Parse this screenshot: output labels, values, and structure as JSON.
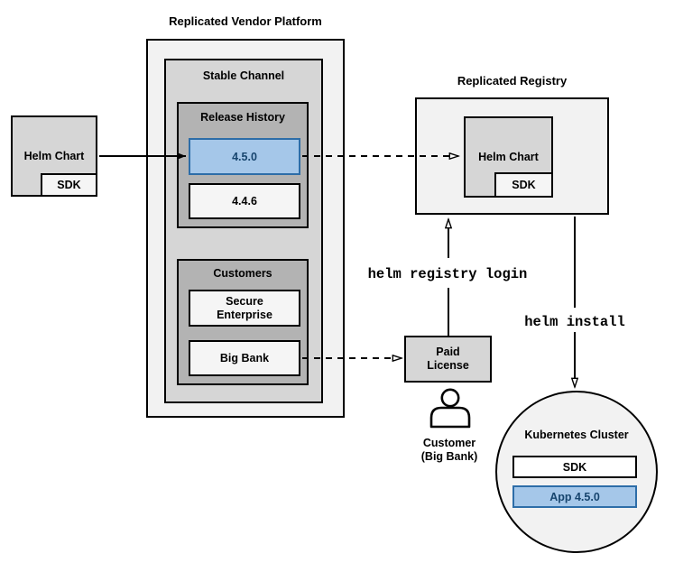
{
  "colors": {
    "container_fill": "#F2F2F2",
    "channel_fill": "#D6D6D6",
    "group_fill": "#B3B3B3",
    "leaf_fill": "#F5F5F5",
    "white_fill": "#FFFFFF",
    "stroke": "#000000",
    "highlight_fill": "#A5C7E9",
    "highlight_stroke": "#2D6DA8",
    "highlight_text": "#17456E"
  },
  "vendor_platform": {
    "title": "Replicated Vendor Platform",
    "stable_channel_label": "Stable Channel",
    "release_history_label": "Release History",
    "releases": [
      {
        "version": "4.5.0",
        "highlighted": true
      },
      {
        "version": "4.4.6",
        "highlighted": false
      }
    ],
    "customers_label": "Customers",
    "customers": [
      {
        "lines": [
          "Secure",
          "Enterprise"
        ]
      },
      {
        "lines": [
          "Big Bank"
        ]
      }
    ]
  },
  "source_helm_chart": {
    "label": "Helm Chart",
    "sdk_label": "SDK"
  },
  "registry": {
    "title": "Replicated Registry",
    "helm_chart_label": "Helm Chart",
    "sdk_label": "SDK"
  },
  "paid_license": {
    "lines": [
      "Paid",
      "License"
    ]
  },
  "customer_caption": {
    "lines": [
      "Customer",
      "(Big Bank)"
    ]
  },
  "commands": {
    "registry_login": "helm registry login",
    "install": "helm install"
  },
  "cluster": {
    "title": "Kubernetes Cluster",
    "sdk_label": "SDK",
    "app_label": "App 4.5.0"
  }
}
